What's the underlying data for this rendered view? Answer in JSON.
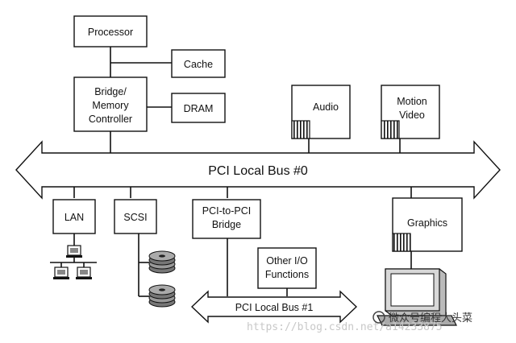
{
  "diagram": {
    "components": {
      "processor": "Processor",
      "cache": "Cache",
      "bridge_line1": "Bridge/",
      "bridge_line2": "Memory",
      "bridge_line3": "Controller",
      "dram": "DRAM",
      "audio": "Audio",
      "motion_video_line1": "Motion",
      "motion_video_line2": "Video",
      "lan": "LAN",
      "scsi": "SCSI",
      "pci_bridge_line1": "PCI-to-PCI",
      "pci_bridge_line2": "Bridge",
      "other_io_line1": "Other I/O",
      "other_io_line2": "Functions",
      "graphics": "Graphics"
    },
    "buses": {
      "main": "PCI Local Bus #0",
      "secondary": "PCI Local Bus #1"
    }
  },
  "watermark": {
    "url": "https://blog.csdn.net/a14233875",
    "badge": "微众号编程大头菜"
  }
}
